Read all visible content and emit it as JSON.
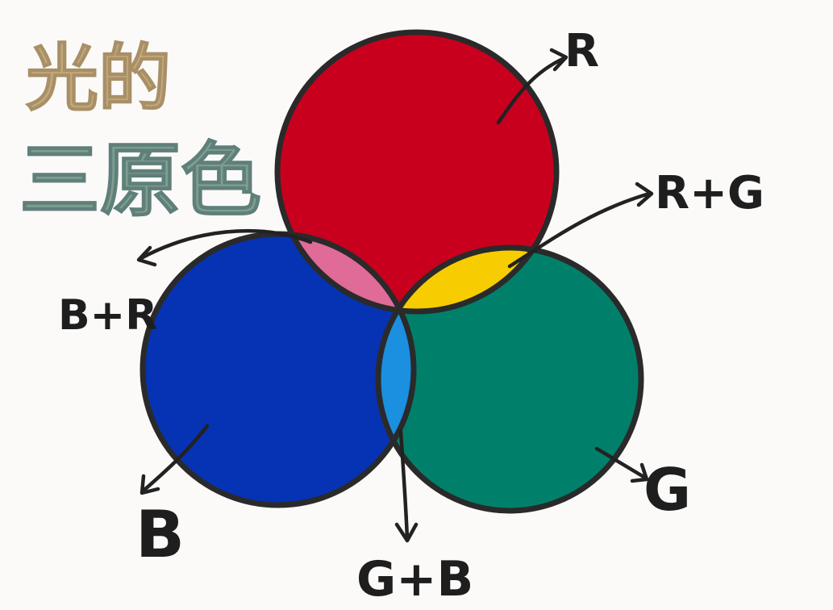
{
  "title": {
    "line1": "光的",
    "line2": "三原色",
    "colors": [
      "#c9b27e",
      "#b59b7a",
      "#c08a9a",
      "#6e9a8c",
      "#3e72a8"
    ]
  },
  "circles": {
    "red": {
      "fill": "#c8001e"
    },
    "blue": {
      "fill": "#0633b4"
    },
    "green": {
      "fill": "#00806a"
    }
  },
  "overlaps": {
    "red_green": {
      "fill": "#f7cc00"
    },
    "blue_red": {
      "fill": "#e06a98"
    },
    "green_blue": {
      "fill": "#1b8fe0"
    },
    "center": {
      "fill": "#ffffff"
    }
  },
  "labels": {
    "r": "R",
    "rg": "R+G",
    "br": "B+R",
    "b": "B",
    "gb": "G+B",
    "g": "G"
  }
}
